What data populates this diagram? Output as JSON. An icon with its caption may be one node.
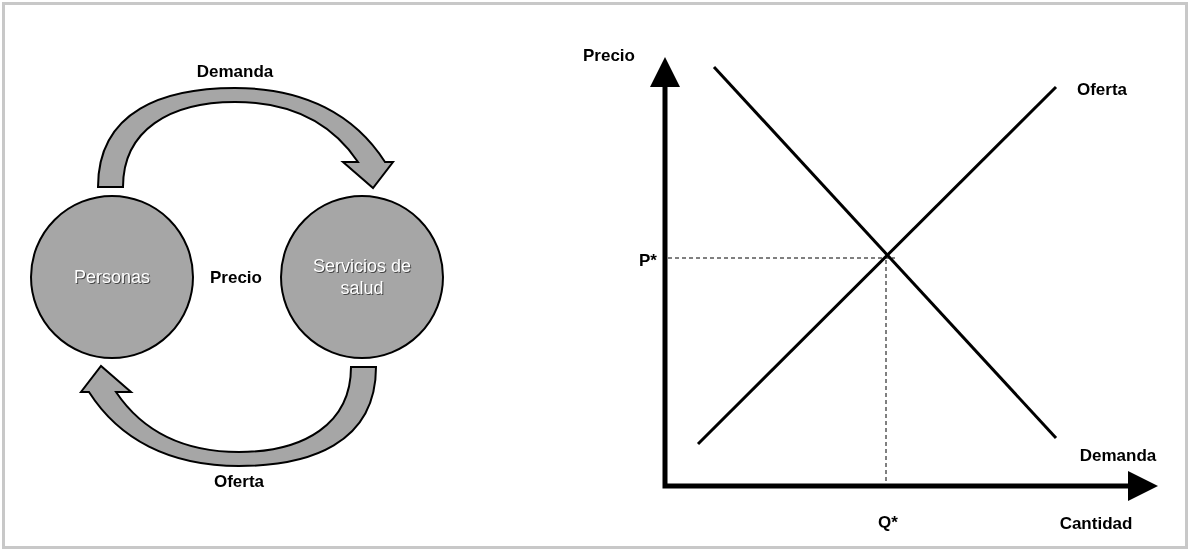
{
  "diagram": {
    "nodes": [
      {
        "text": [
          "Personas"
        ]
      },
      {
        "text": [
          "Servicios de salud"
        ]
      }
    ],
    "edges": [
      {
        "from": 0,
        "to": 1,
        "arrow": "to",
        "label": "Demanda"
      },
      {
        "from": 1,
        "to": 0,
        "arrow": "to",
        "label": "Oferta"
      }
    ],
    "labels": [
      "Precio",
      "Precio",
      "Oferta",
      "P*",
      "Demanda",
      "Q*",
      "Cantidad"
    ]
  }
}
